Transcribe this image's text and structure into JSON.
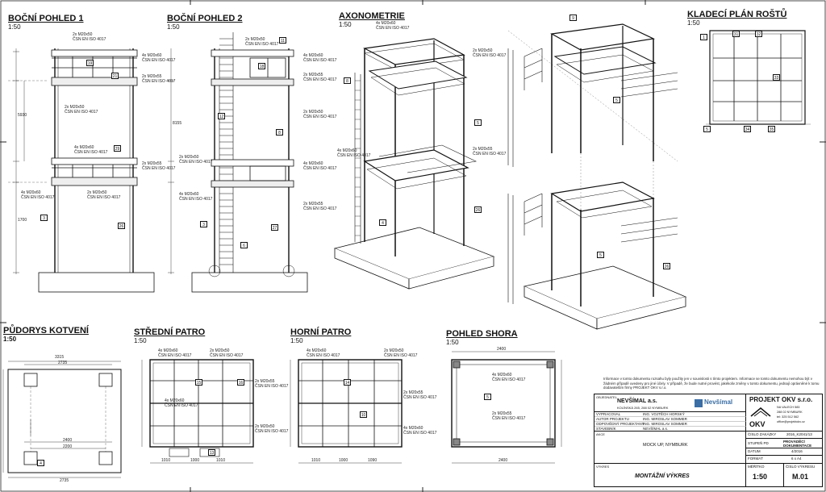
{
  "views": {
    "side1": {
      "title": "BOČNÍ POHLED 1",
      "scale": "1:50"
    },
    "side2": {
      "title": "BOČNÍ POHLED 2",
      "scale": "1:50"
    },
    "axo": {
      "title": "AXONOMETRIE",
      "scale": "1:50"
    },
    "plan_grate": {
      "title": "KLADECÍ PLÁN ROŠTŮ",
      "scale": "1:50"
    },
    "anchor_plan": {
      "title": "PŮDORYS KOTVENÍ",
      "scale": "1:50"
    },
    "middle_floor": {
      "title": "STŘEDNÍ PATRO",
      "scale": "1:50"
    },
    "top_floor": {
      "title": "HORNÍ PATRO",
      "scale": "1:50"
    },
    "top_view": {
      "title": "POHLED SHORA",
      "scale": "1:50"
    }
  },
  "callouts": {
    "bolt_a": "4x M20x60",
    "bolt_b": "2x M20x50",
    "bolt_c": "2x M20x55",
    "bolt_sub": "ČSN EN ISO 4017"
  },
  "dims": {
    "d3315": "3315",
    "d2735": "2735",
    "d2400": "2400",
    "d2200": "2200",
    "d1000": "1000",
    "d1010": "1010",
    "d1090": "1090",
    "d5930": "5930",
    "d8155": "8155",
    "d1700": "1700"
  },
  "part_tags": [
    "1",
    "2",
    "3",
    "4",
    "5",
    "6",
    "7",
    "8",
    "9",
    "10",
    "11",
    "12",
    "13",
    "14",
    "15",
    "16",
    "17",
    "18",
    "19",
    "20",
    "21",
    "22",
    "23",
    "24",
    "25",
    "26",
    "27",
    "28",
    "29",
    "30",
    "31",
    "32",
    "33",
    "34",
    "35",
    "36"
  ],
  "note": "Informace v tomto dokumentu rozsahu byly použity jen v souvislosti s tímto projektem. Informace se tomto dokumentu nemohou být v žádném případě uvedeny pro jiné účely. V případě, že bude nutné provést, jakékoliv změny v tomto dokumentu, jednají oprávněné k tomu dodavatelům firmy PROJEKT OKV s.r.o.",
  "title_block": {
    "client_label": "OBJEDNATEL",
    "client": "NEVŠÍMAL a.s.",
    "client_addr": "KOLÍNSKÁ 265, 288 02 NYMBURK",
    "logo_text": "Nevšímal",
    "firm": "PROJEKT OKV s.r.o.",
    "firm_addr": "NA VALECH 583",
    "firm_city": "288 02 NYMBURK",
    "firm_tel": "tel: 325 512 562",
    "firm_email": "office@projektokv.cz",
    "logo2": "OKV",
    "rows": [
      {
        "k": "VYPRACOVAL",
        "v": "ING. VOJTĚCH HORSKÝ"
      },
      {
        "k": "AUTOR PROJEKTU",
        "v": "ING. MIROSLAV SOMMER"
      },
      {
        "k": "ODPOVĚDNÝ PROJEKTANT",
        "v": "ING. MIROSLAV SOMMER"
      },
      {
        "k": "STAVEBNÍK",
        "v": "NEVŠÍMAL a.s."
      }
    ],
    "akce_label": "AKCE",
    "akce": "MOCK UP, NYMBURK",
    "vykres_label": "VÝKRES",
    "vykres": "MONTÁŽNÍ VÝKRES",
    "right": [
      {
        "k": "ČÍSLO ZAKÁZKY",
        "v": "2016_K2041/13"
      },
      {
        "k": "STUPEŇ PD",
        "v": "PROVÁDĚCÍ DOKUMENTACE"
      },
      {
        "k": "DATUM",
        "v": "4/2016"
      },
      {
        "k": "FORMÁT",
        "v": "6 x A4"
      },
      {
        "k": "MĚŘÍTKO",
        "v": "1:50"
      },
      {
        "k": "ČÍSLO VÝKRESU",
        "v": "M.01"
      }
    ]
  }
}
